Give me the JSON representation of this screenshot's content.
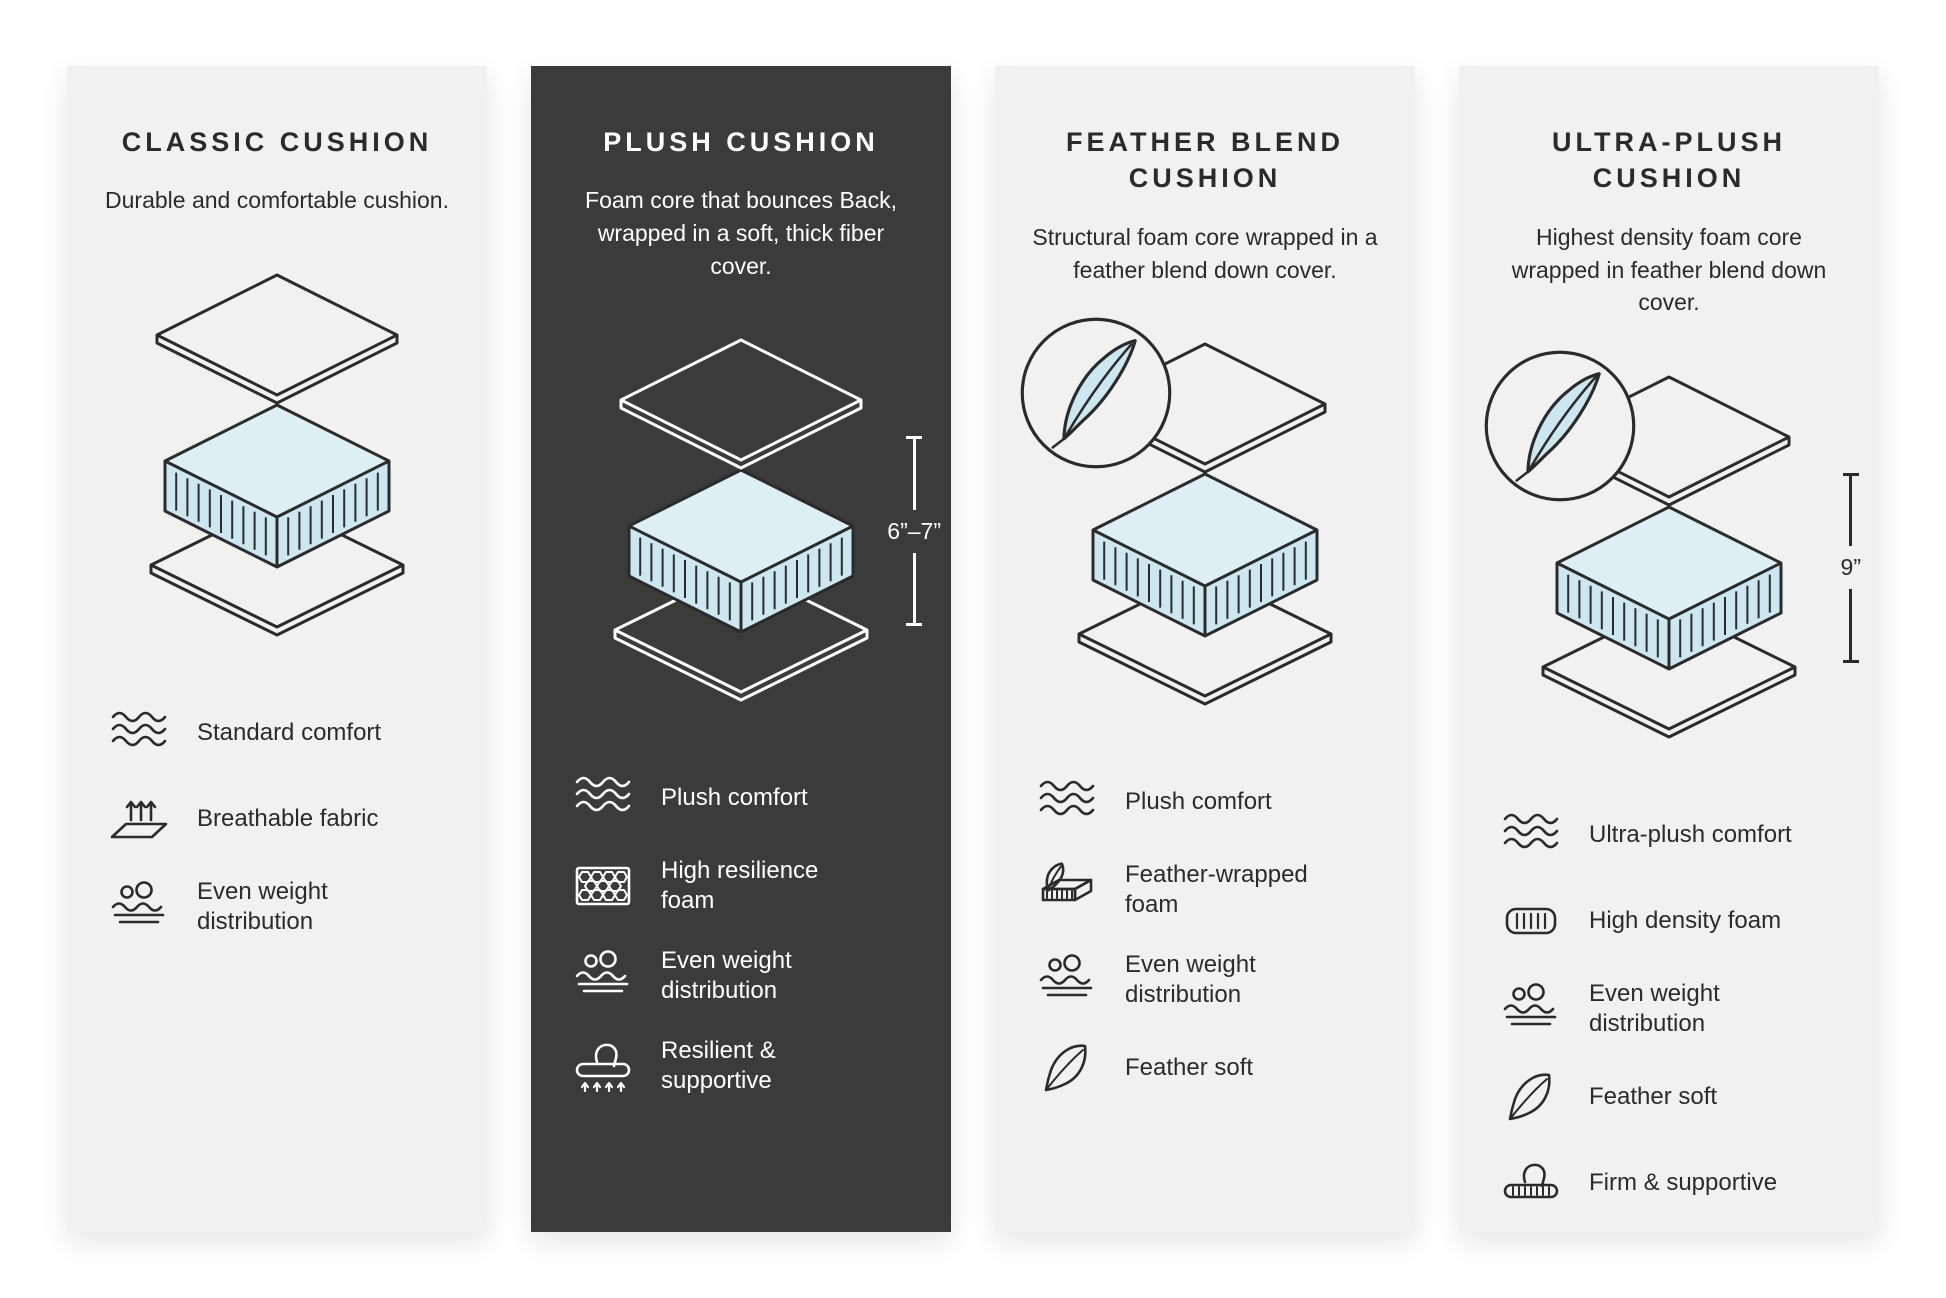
{
  "colors": {
    "panel_light": "#f1f1f1",
    "panel_dark": "#3b3b3b",
    "foam_blue": "#cde7f0",
    "ink": "#2b2b2b"
  },
  "panels": [
    {
      "id": "classic",
      "theme": "light",
      "title": "CLASSIC CUSHION",
      "description": "Durable and comfortable cushion.",
      "features": [
        {
          "icon": "wave-comfort-icon",
          "label": "Standard comfort"
        },
        {
          "icon": "breathable-fabric-icon",
          "label": "Breathable fabric"
        },
        {
          "icon": "weight-distribution-icon",
          "label": "Even weight distribution"
        }
      ]
    },
    {
      "id": "plush",
      "theme": "dark",
      "title": "PLUSH CUSHION",
      "description": "Foam core that bounces Back, wrapped in a soft, thick fiber cover.",
      "height_label": "6”–7”",
      "features": [
        {
          "icon": "wave-comfort-icon",
          "label": "Plush comfort"
        },
        {
          "icon": "resilience-foam-icon",
          "label": "High resilience foam"
        },
        {
          "icon": "weight-distribution-icon",
          "label": "Even weight distribution"
        },
        {
          "icon": "resilient-supportive-icon",
          "label": "Resilient & supportive"
        }
      ]
    },
    {
      "id": "feather-blend",
      "theme": "light",
      "title": "FEATHER BLEND CUSHION",
      "description": "Structural foam core wrapped in a feather blend down cover.",
      "feather_badge": true,
      "features": [
        {
          "icon": "wave-comfort-icon",
          "label": "Plush comfort"
        },
        {
          "icon": "feather-wrapped-foam-icon",
          "label": "Feather-wrapped foam"
        },
        {
          "icon": "weight-distribution-icon",
          "label": "Even weight distribution"
        },
        {
          "icon": "feather-icon",
          "label": "Feather soft"
        }
      ]
    },
    {
      "id": "ultra-plush",
      "theme": "light",
      "title": "ULTRA-PLUSH CUSHION",
      "description": "Highest density foam core wrapped in feather blend down cover.",
      "feather_badge": true,
      "height_label": "9”",
      "features": [
        {
          "icon": "wave-comfort-icon",
          "label": "Ultra-plush comfort"
        },
        {
          "icon": "density-foam-icon",
          "label": "High density foam"
        },
        {
          "icon": "weight-distribution-icon",
          "label": "Even weight distribution"
        },
        {
          "icon": "feather-icon",
          "label": "Feather soft"
        },
        {
          "icon": "firm-supportive-icon",
          "label": "Firm & supportive"
        }
      ]
    }
  ]
}
